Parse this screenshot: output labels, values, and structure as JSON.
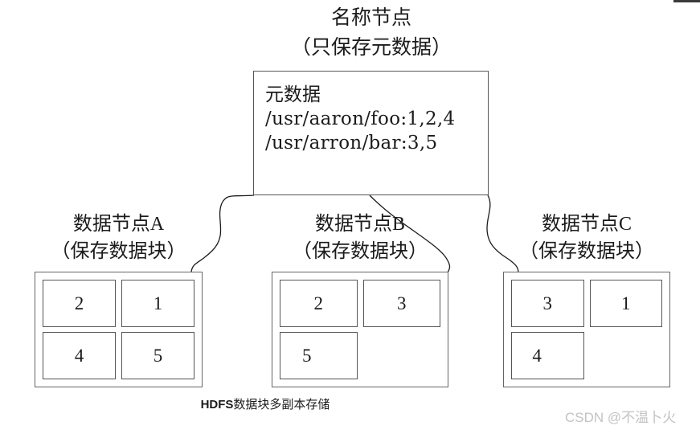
{
  "diagram": {
    "caption_bold": "HDFS",
    "caption_rest": "数据块多副本存储",
    "watermark": "CSDN @不温卜火"
  },
  "namenode": {
    "title_line1": "名称节点",
    "title_line2": "（只保存元数据）",
    "metadata_heading": "元数据",
    "metadata_entries": [
      "/usr/aaron/foo:1,2,4",
      "/usr/arron/bar:3,5"
    ]
  },
  "datanodes": [
    {
      "title_line1": "数据节点A",
      "title_line2": "（保存数据块）",
      "blocks": [
        "2",
        "1",
        "4",
        "5"
      ]
    },
    {
      "title_line1": "数据节点B",
      "title_line2": "（保存数据块）",
      "blocks": [
        "2",
        "3",
        "5",
        ""
      ]
    },
    {
      "title_line1": "数据节点C",
      "title_line2": "（保存数据块）",
      "blocks": [
        "3",
        "1",
        "4",
        ""
      ]
    }
  ]
}
